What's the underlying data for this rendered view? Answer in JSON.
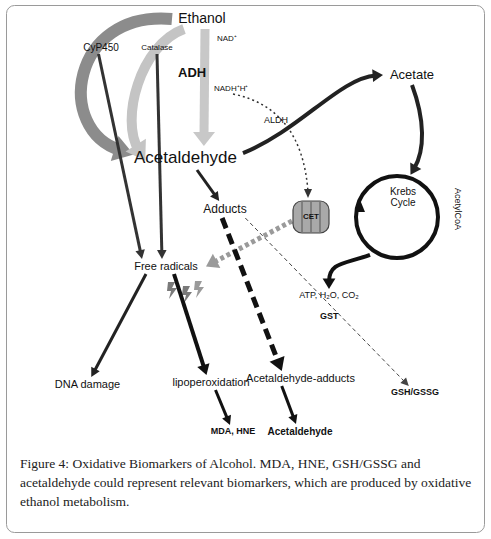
{
  "diagram": {
    "caption": "Figure 4: Oxidative Biomarkers of Alcohol. MDA, HNE, GSH/GSSG and acetaldehyde could represent relevant biomarkers, which are produced by oxidative ethanol metabolism.",
    "nodes": [
      {
        "text": [
          "Ethanol"
        ]
      },
      {
        "text": [
          "CyP450"
        ]
      },
      {
        "text": [
          "Catalase"
        ]
      },
      {
        "text": [
          "Acetaldehyde"
        ]
      },
      {
        "text": [
          "Acetate"
        ]
      },
      {
        "text": [
          "Adducts"
        ]
      },
      {
        "text": [
          "CET"
        ]
      },
      {
        "text": [
          "Krebs Cycle"
        ]
      },
      {
        "text": [
          "Free radicals"
        ]
      },
      {
        "text": [
          "ATP, H₂O, CO₂"
        ]
      },
      {
        "text": [
          "DNA damage"
        ]
      },
      {
        "text": [
          "lipoperoxidation"
        ]
      },
      {
        "text": [
          "Acetaldehyde-adducts"
        ]
      },
      {
        "text": [
          "GSH/GSSG"
        ]
      },
      {
        "text": [
          "MDA, HNE"
        ]
      },
      {
        "text": [
          "Acetaldehyde"
        ]
      }
    ],
    "edges": [
      {
        "from": 0,
        "to": 3,
        "arrow": "to",
        "label": "ADH"
      },
      {
        "from": 0,
        "to": 3,
        "arrow": "to"
      },
      {
        "from": 0,
        "to": 3,
        "arrow": "to"
      },
      {
        "from": 1,
        "to": 8,
        "arrow": "to"
      },
      {
        "from": 2,
        "to": 8,
        "arrow": "to"
      },
      {
        "from": 3,
        "to": 4,
        "arrow": "to",
        "label": "ALDH"
      },
      {
        "from": 3,
        "to": 5,
        "arrow": "to"
      },
      {
        "from": 4,
        "to": 7,
        "arrow": "to",
        "label": "AcetylCoA"
      },
      {
        "from": 7,
        "to": 9,
        "arrow": "to"
      },
      {
        "from": 6,
        "to": 8,
        "arrow": "to"
      },
      {
        "from": 5,
        "to": 13,
        "arrow": "to",
        "label": "GST"
      },
      {
        "from": 8,
        "to": 10,
        "arrow": "to"
      },
      {
        "from": 8,
        "to": 11,
        "arrow": "to"
      },
      {
        "from": 11,
        "to": 14,
        "arrow": "to"
      },
      {
        "from": 5,
        "to": 12,
        "arrow": "to"
      },
      {
        "from": 12,
        "to": 15,
        "arrow": "to"
      }
    ],
    "labels": [
      "NAD⁺",
      "NADH⁺H⁺"
    ]
  }
}
